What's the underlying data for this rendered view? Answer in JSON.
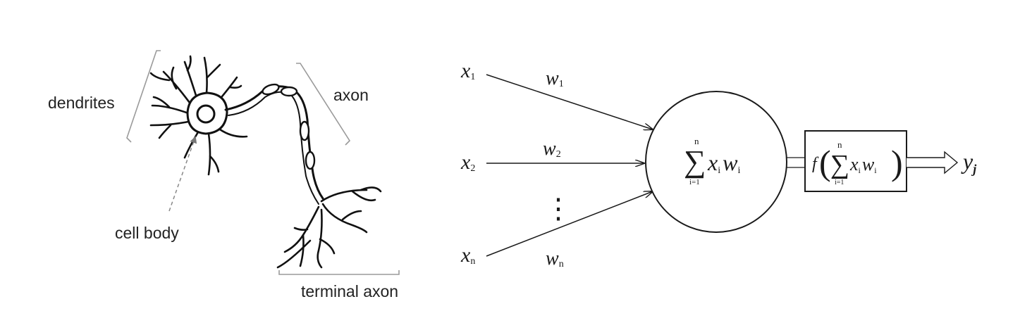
{
  "neuron": {
    "dendrites_label": "dendrites",
    "cell_body_label": "cell body",
    "axon_label": "axon",
    "terminal_axon_label": "terminal axon"
  },
  "model": {
    "inputs": [
      {
        "var": "x",
        "sub": "1"
      },
      {
        "var": "x",
        "sub": "2"
      },
      {
        "var": "x",
        "sub": "n"
      }
    ],
    "weights": [
      {
        "var": "w",
        "sub": "1"
      },
      {
        "var": "w",
        "sub": "2"
      },
      {
        "var": "w",
        "sub": "n"
      }
    ],
    "ellipsis": "⋮",
    "sum_symbol": "∑",
    "sum_upper": "n",
    "sum_lower": "i=1",
    "term_x": "x",
    "term_w": "w",
    "term_sub": "i",
    "activation_f": "f",
    "paren_open": "(",
    "paren_close": ")",
    "output_var": "y",
    "output_sub": "j"
  },
  "colors": {
    "ink": "#1a1a1a",
    "bracket": "#9a9a9a"
  }
}
